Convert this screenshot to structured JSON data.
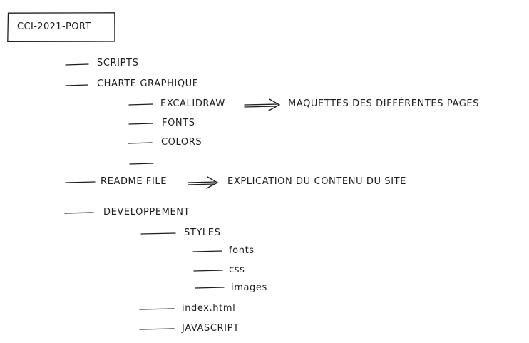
{
  "diagram": {
    "root": "CCI-2021-PORT",
    "nodes": {
      "scripts": "SCRIPTS",
      "charte": "CHARTE GRAPHIQUE",
      "excalidraw": "EXCALIDRAW",
      "excalidraw_note": "MAQUETTES DES DIFFÉRENTES PAGES",
      "fonts_upper": "FONTS",
      "colors": "COLORS",
      "readme": "README FILE",
      "readme_note": "EXPLICATION DU CONTENU DU SITE",
      "developpement": "DEVELOPPEMENT",
      "styles": "STYLES",
      "fonts_lower": "fonts",
      "css": "css",
      "images": "images",
      "index": "index.html",
      "javascript": "JAVASCRIPT"
    },
    "stroke_color": "#1e1e1e",
    "background": "#ffffff"
  }
}
